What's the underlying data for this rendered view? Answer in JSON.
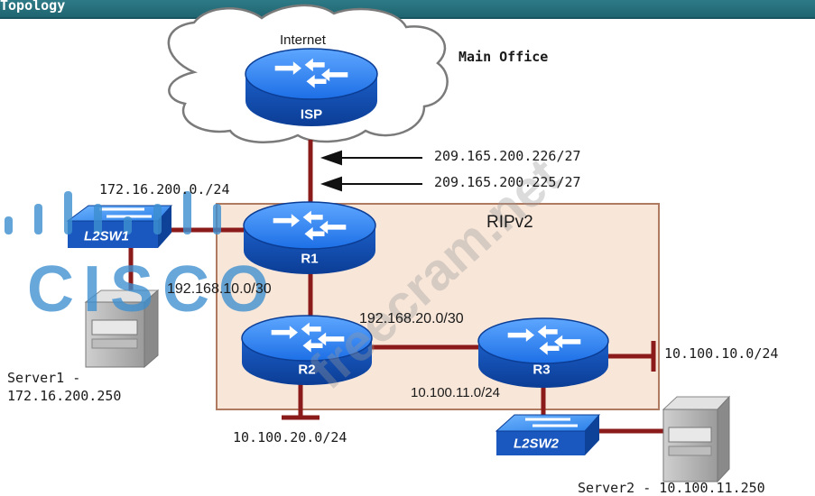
{
  "window": {
    "title": "Topology"
  },
  "areas": {
    "cloud_label": "Internet",
    "main_office": "Main Office",
    "rip_area": "RIPv2"
  },
  "devices": {
    "isp": "ISP",
    "r1": "R1",
    "r2": "R2",
    "r3": "R3",
    "l2sw1": "L2SW1",
    "l2sw2": "L2SW2"
  },
  "networks": {
    "isp_r1_a": "209.165.200.226/27",
    "isp_r1_b": "209.165.200.225/27",
    "lan_sw1": "172.16.200.0./24",
    "r1_r2": "192.168.10.0/30",
    "r2_r3": "192.168.20.0/30",
    "r3_lan_a": "10.100.10.0/24",
    "r3_lan_b": "10.100.11.0/24",
    "r2_lan": "10.100.20.0/24"
  },
  "servers": {
    "server1_line1": "Server1 -",
    "server1_line2": "172.16.200.250",
    "server2": "Server2 - 10.100.11.250"
  },
  "watermarks": {
    "logo": "CISCO",
    "site": "freecram.net"
  },
  "colors": {
    "title_bar": "#1f6571",
    "router_blue": "#1565d8",
    "link_red": "#8b1a1a",
    "rip_fill": "#f8e6d8",
    "rip_border": "#b07a60",
    "watermark_blue": "#3d8fd0"
  }
}
